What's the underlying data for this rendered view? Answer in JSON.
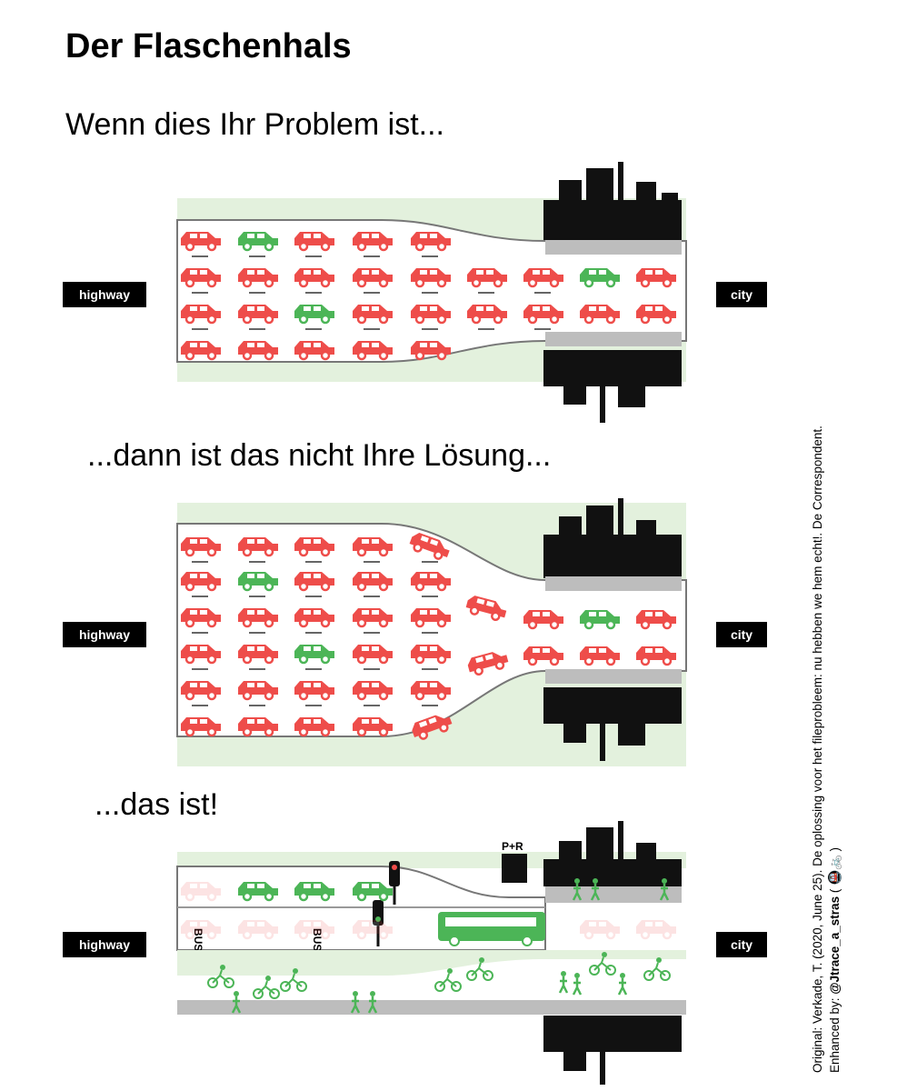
{
  "title": "Der Flaschenhals",
  "captions": {
    "problem": "Wenn dies Ihr Problem ist...",
    "not_solution": "...dann ist das nicht Ihre Lösung...",
    "solution": "...das ist!"
  },
  "labels": {
    "highway": "highway",
    "city": "city",
    "park_and_ride": "P+R",
    "bus_lane": "BUS"
  },
  "credits": {
    "original": "Original: Verkade, T. (2020, June 25). De oplossing voor het fileprobleem: nu hebben we hem echt!. De Correspondent.",
    "enhanced_prefix": "Enhanced by: ",
    "enhanced_handle": "@Jtrace_a_stras",
    "enhanced_suffix": " ( 🚇🚲 )"
  },
  "colors": {
    "car_red": "#ee4d4a",
    "car_green": "#4cb557",
    "green_verge": "#e3f1dd",
    "road_grey": "#bdbdbd",
    "city_black": "#111111"
  }
}
